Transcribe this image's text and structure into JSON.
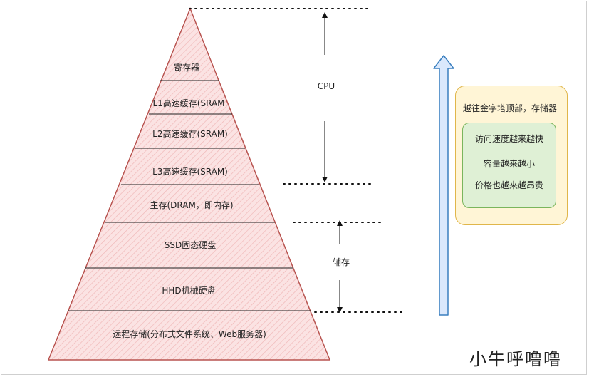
{
  "pyramid": {
    "layers": [
      {
        "label": "寄存器"
      },
      {
        "label": "L1高速缓存(SRAM"
      },
      {
        "label": "L2高速缓存(SRAM)"
      },
      {
        "label": "L3高速缓存(SRAM)"
      },
      {
        "label": "主存(DRAM，即内存)"
      },
      {
        "label": "SSD固态硬盘"
      },
      {
        "label": "HHD机械硬盘"
      },
      {
        "label": "远程存储(分布式文件系统、Web服务器)"
      }
    ],
    "fill_color": "#f8d6d6",
    "stroke_color": "#b85450"
  },
  "brackets": {
    "cpu_label": "CPU",
    "aux_label": "辅存"
  },
  "info": {
    "title": "越往金字塔顶部，存储器",
    "lines": [
      "访问速度越来越快",
      "容量越来越小",
      "价格也越来越昂贵"
    ]
  },
  "signature": "小牛呼噜噜",
  "colors": {
    "arrow_fill": "#dae8fc",
    "arrow_stroke": "#3a7fbf",
    "info_border": "#e0b64a",
    "info_fill": "#fff5d6",
    "inner_border": "#7ab55c",
    "inner_fill": "#dff0d5"
  }
}
